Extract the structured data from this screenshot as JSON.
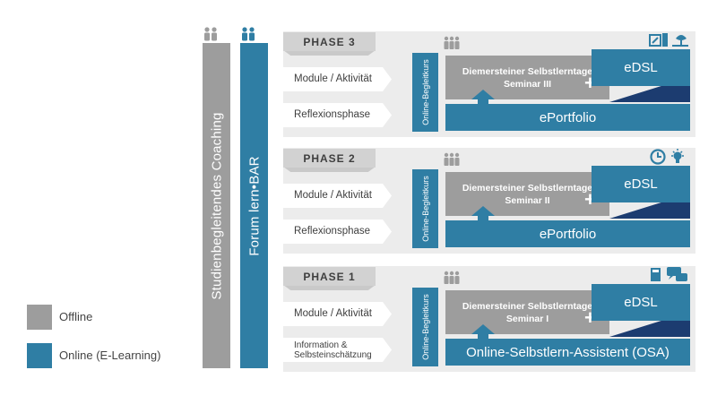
{
  "sidebars": {
    "coaching": "Studienbegleitendes Coaching",
    "forum": "Forum lern•BAR"
  },
  "phases": [
    {
      "title": "PHASE 3",
      "module": "Module / Aktivität",
      "second": "Reflexionsphase",
      "second_multiline": false,
      "course": "Online-Begleitkurs",
      "seminar_line1": "Diemersteiner Selbstlerntage",
      "seminar_line2": "Seminar III",
      "edsl": "eDSL",
      "wide": "ePortfolio",
      "icon": "desk-with-plant"
    },
    {
      "title": "PHASE 2",
      "module": "Module / Aktivität",
      "second": "Reflexionsphase",
      "second_multiline": false,
      "course": "Online-Begleitkurs",
      "seminar_line1": "Diemersteiner Selbstlerntage",
      "seminar_line2": "Seminar II",
      "edsl": "eDSL",
      "wide": "ePortfolio",
      "icon": "clock-and-lightbulb"
    },
    {
      "title": "PHASE 1",
      "module": "Module / Aktivität",
      "second": "Information & Selbsteinschätzung",
      "second_line1": "Information &",
      "second_line2": "Selbsteinschätzung",
      "second_multiline": true,
      "course": "Online-Begleitkurs",
      "seminar_line1": "Diemersteiner Selbstlerntage",
      "seminar_line2": "Seminar I",
      "edsl": "eDSL",
      "wide": "Online-Selbstlern-Assistent (OSA)",
      "icon": "book-and-speech-bubble"
    }
  ],
  "legend": {
    "offline": "Offline",
    "online": "Online (E-Learning)"
  },
  "colors": {
    "offline": "#9d9d9d",
    "online": "#2f7ea4",
    "accent_dark": "#1c3c70",
    "panel": "#ececec"
  }
}
